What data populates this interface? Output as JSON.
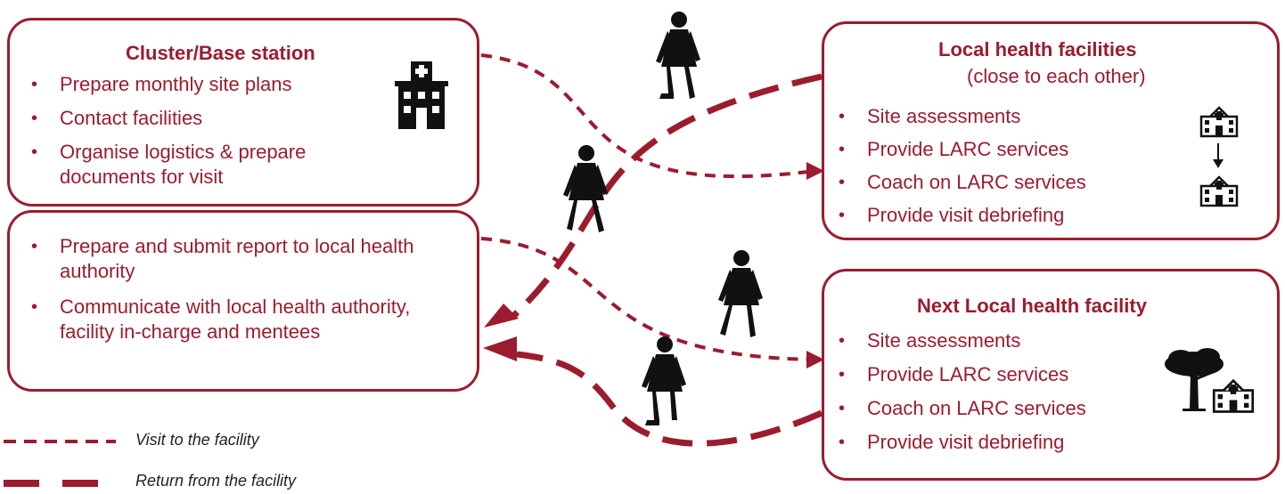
{
  "colors": {
    "accent": "#9b1c2e",
    "figure": "#111111"
  },
  "base_box": {
    "title": "Cluster/Base station",
    "items": [
      "Prepare monthly site plans",
      "Contact facilities",
      "Organise logistics & prepare documents for visit"
    ],
    "icon": "hospital-icon"
  },
  "report_box": {
    "items": [
      "Prepare and submit report to local health authority",
      "Communicate with local health authority, facility in-charge and mentees"
    ]
  },
  "local_box": {
    "title": "Local health facilities",
    "subtitle": "(close to each other)",
    "items": [
      "Site assessments",
      "Provide LARC services",
      "Coach on LARC services",
      "Provide visit debriefing"
    ],
    "icons": [
      "clinic-building-icon",
      "arrow-down-icon",
      "clinic-building-icon"
    ]
  },
  "next_box": {
    "title": "Next Local health facility",
    "items": [
      "Site assessments",
      "Provide LARC services",
      "Coach on LARC services",
      "Provide visit debriefing"
    ],
    "icons": [
      "tree-icon",
      "clinic-building-icon"
    ]
  },
  "legend": {
    "visit": "Visit to the facility",
    "return": "Return from the facility"
  }
}
